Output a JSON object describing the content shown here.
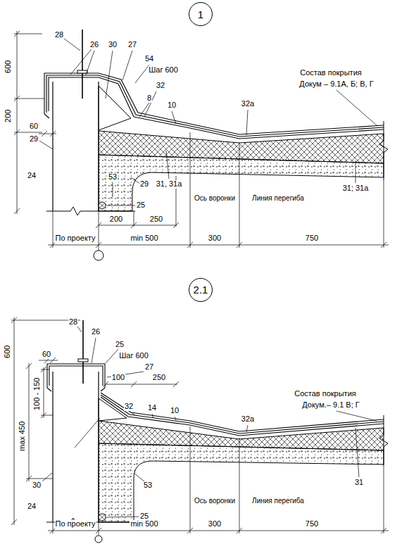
{
  "diagram": {
    "nodes": [
      {
        "text": [
          "1"
        ]
      },
      {
        "text": [
          "2.1"
        ]
      }
    ],
    "labels": [
      "600",
      "200",
      "60",
      "28",
      "26",
      "30",
      "27",
      "54",
      "Шаг 600",
      "32",
      "8",
      "10",
      "32а",
      "Состав покрытия",
      "Докум – 9.1А, Б; В, Г",
      "29",
      "24",
      "31, 31а",
      "25",
      "53",
      "29",
      "31; 31а",
      "200",
      "250",
      "Ось воронки",
      "Линия перегиба",
      "По проекту",
      "min 500",
      "300",
      "750",
      "600",
      "max 450",
      "100 - 150",
      "60",
      "28",
      "26",
      "25",
      "Шаг 600",
      "27",
      "100",
      "250",
      "32",
      "14",
      "10",
      "32а",
      "Состав покрытия",
      "Докум.– 9.1 В; Г",
      "30",
      "31",
      "24",
      "53",
      "25",
      "Ось воронки",
      "Линия перегиба",
      "По проекту",
      "min 500",
      "300",
      "750"
    ]
  }
}
